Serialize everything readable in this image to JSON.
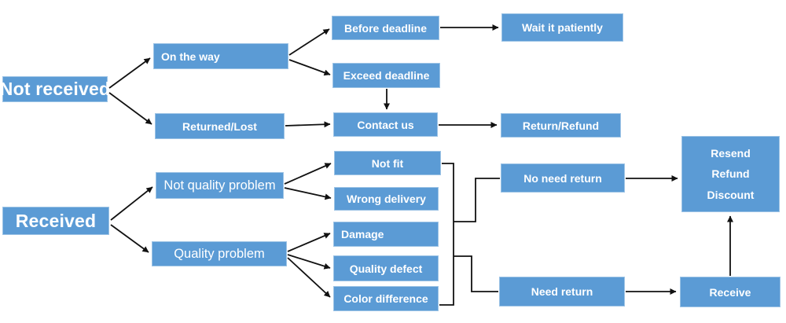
{
  "colors": {
    "node_fill": "#5B9BD5",
    "node_border": "#9CC3E5",
    "node_text": "#FFFFFF",
    "connector": "#111111",
    "background": "#FFFFFF"
  },
  "nodes": {
    "not_received": {
      "label": "Not received"
    },
    "on_the_way": {
      "label": "On the way"
    },
    "returned_lost": {
      "label": "Returned/Lost"
    },
    "before_deadline": {
      "label": "Before deadline"
    },
    "exceed_deadline": {
      "label": "Exceed deadline"
    },
    "wait_it_patiently": {
      "label": "Wait it patiently"
    },
    "contact_us": {
      "label": "Contact us"
    },
    "return_refund": {
      "label": "Return/Refund"
    },
    "received": {
      "label": "Received"
    },
    "not_quality_problem": {
      "label": "Not quality problem"
    },
    "quality_problem": {
      "label": "Quality problem"
    },
    "not_fit": {
      "label": "Not fit"
    },
    "wrong_delivery": {
      "label": "Wrong delivery"
    },
    "damage": {
      "label": "Damage"
    },
    "quality_defect": {
      "label": "Quality defect"
    },
    "color_difference": {
      "label": "Color difference"
    },
    "no_need_return": {
      "label": "No need return"
    },
    "need_return": {
      "label": "Need return"
    },
    "resend_refund_discount": {
      "lines": [
        "Resend",
        "Refund",
        "Discount"
      ]
    },
    "receive": {
      "label": "Receive"
    }
  },
  "edges": [
    {
      "from": "Not received",
      "to": "On the way"
    },
    {
      "from": "Not received",
      "to": "Returned/Lost"
    },
    {
      "from": "On the way",
      "to": "Before deadline"
    },
    {
      "from": "On the way",
      "to": "Exceed deadline"
    },
    {
      "from": "Before deadline",
      "to": "Wait it patiently"
    },
    {
      "from": "Exceed deadline",
      "to": "Contact us"
    },
    {
      "from": "Returned/Lost",
      "to": "Contact us"
    },
    {
      "from": "Contact us",
      "to": "Return/Refund"
    },
    {
      "from": "Received",
      "to": "Not quality problem"
    },
    {
      "from": "Received",
      "to": "Quality problem"
    },
    {
      "from": "Not quality problem",
      "to": "Not fit"
    },
    {
      "from": "Not quality problem",
      "to": "Wrong delivery"
    },
    {
      "from": "Quality problem",
      "to": "Damage"
    },
    {
      "from": "Quality problem",
      "to": "Quality defect"
    },
    {
      "from": "Quality problem",
      "to": "Color difference"
    },
    {
      "from": "Not fit / Wrong delivery / Damage / Quality defect / Color difference",
      "to": "No need return"
    },
    {
      "from": "Not fit / Wrong delivery / Damage / Quality defect / Color difference",
      "to": "Need return"
    },
    {
      "from": "No need return",
      "to": "Resend / Refund / Discount"
    },
    {
      "from": "Need return",
      "to": "Receive"
    },
    {
      "from": "Receive",
      "to": "Resend / Refund / Discount"
    }
  ]
}
